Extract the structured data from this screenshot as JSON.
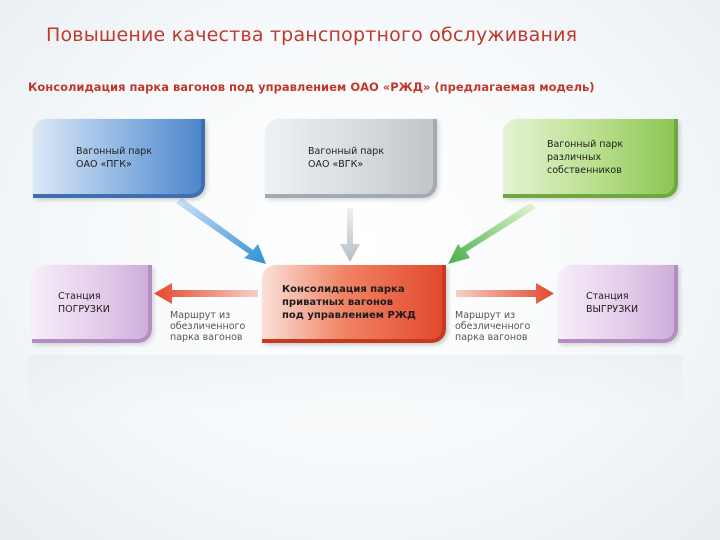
{
  "title": "Повышение качества транспортного обслуживания",
  "subtitle": "Консолидация парка вагонов под управлением ОАО «РЖД» (предлагаемая модель)",
  "nodes": {
    "pgk": "Вагонный парк\nОАО «ПГК»",
    "vgk": "Вагонный парк\nОАО «ВГК»",
    "owners": "Вагонный парк\nразличных\nсобственников",
    "consolidation": "Консолидация парка\nприватных вагонов\nпод управлением РЖД",
    "loading": "Станция\nПОГРУЗКИ",
    "unloading": "Станция\nВЫГРУЗКИ"
  },
  "routes": {
    "left": "Маршрут из\nобезличенного\nпарка вагонов",
    "right": "Маршрут из\nобезличенного\nпарка вагонов"
  },
  "colors": {
    "title": "#c0392b",
    "blue": "#4f86cc",
    "gray": "#bfc5c9",
    "green": "#8cc556",
    "purple": "#cfaed9",
    "red": "#e3492d"
  }
}
